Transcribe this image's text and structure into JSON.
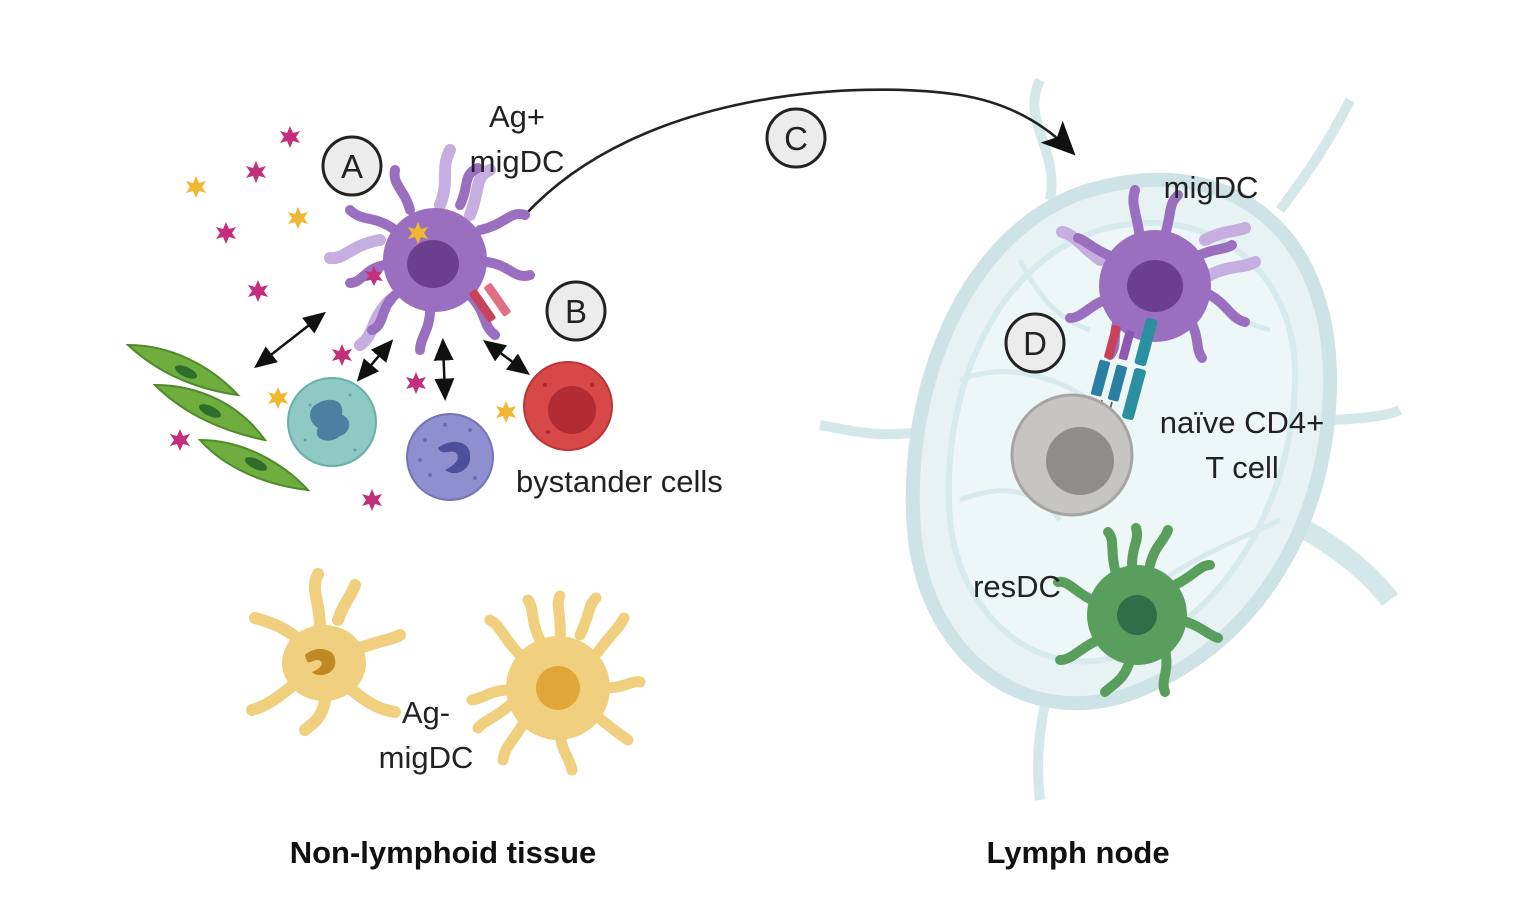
{
  "labels": {
    "ag_pos_line1": "Ag+",
    "ag_pos_line2": "migDC",
    "bystander": "bystander cells",
    "ag_neg_line1": "Ag-",
    "ag_neg_line2": "migDC",
    "ln_migdc": "migDC",
    "naive_line1": "naïve CD4+",
    "naive_line2": "T cell",
    "resdc": "resDC",
    "region_left": "Non-lymphoid tissue",
    "region_right": "Lymph node"
  },
  "markers": [
    "A",
    "B",
    "C",
    "D"
  ],
  "colors": {
    "migdc_purple": "#9b6fc0",
    "migdc_nucleus": "#6b3f8e",
    "antigen_magenta": "#c2307b",
    "antigen_yellow": "#f2b731",
    "fibroblast_green": "#6fae3e",
    "macrophage_teal": "#8ec9c4",
    "neutrophil_lilac": "#8f8fd0",
    "red_cell": "#d94848",
    "ag_neg_dc_yellow": "#f0cf7e",
    "lymph_node_blue": "#dcecee",
    "tcell_grey": "#c7c4c4",
    "resdc_green": "#5a9e5e",
    "tcr_teal": "#2a8f9e",
    "mhc_red": "#c9425a"
  },
  "icons": [
    "antigen-icon",
    "migratory-dendritic-cell-icon",
    "fibroblast-icon",
    "macrophage-icon",
    "neutrophil-icon",
    "red-cell-icon",
    "t-cell-icon",
    "resident-dendritic-cell-icon",
    "lymph-node-icon",
    "receptor-icon",
    "interaction-arrow-icon",
    "migration-arrow-icon"
  ]
}
